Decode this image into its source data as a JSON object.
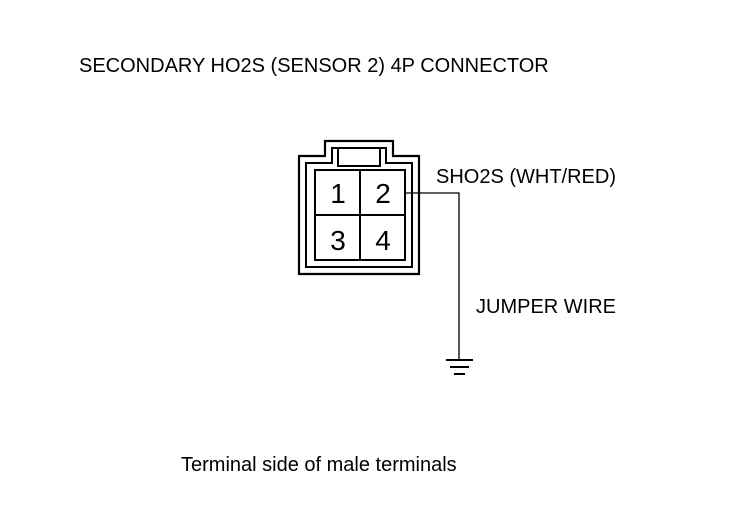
{
  "title": "SECONDARY HO2S (SENSOR 2) 4P CONNECTOR",
  "connector": {
    "pins": [
      "1",
      "2",
      "3",
      "4"
    ]
  },
  "wire_label": "SHO2S (WHT/RED)",
  "jumper_label": "JUMPER WIRE",
  "caption": "Terminal side of male terminals",
  "icons": {
    "ground": "ground-symbol-icon"
  }
}
